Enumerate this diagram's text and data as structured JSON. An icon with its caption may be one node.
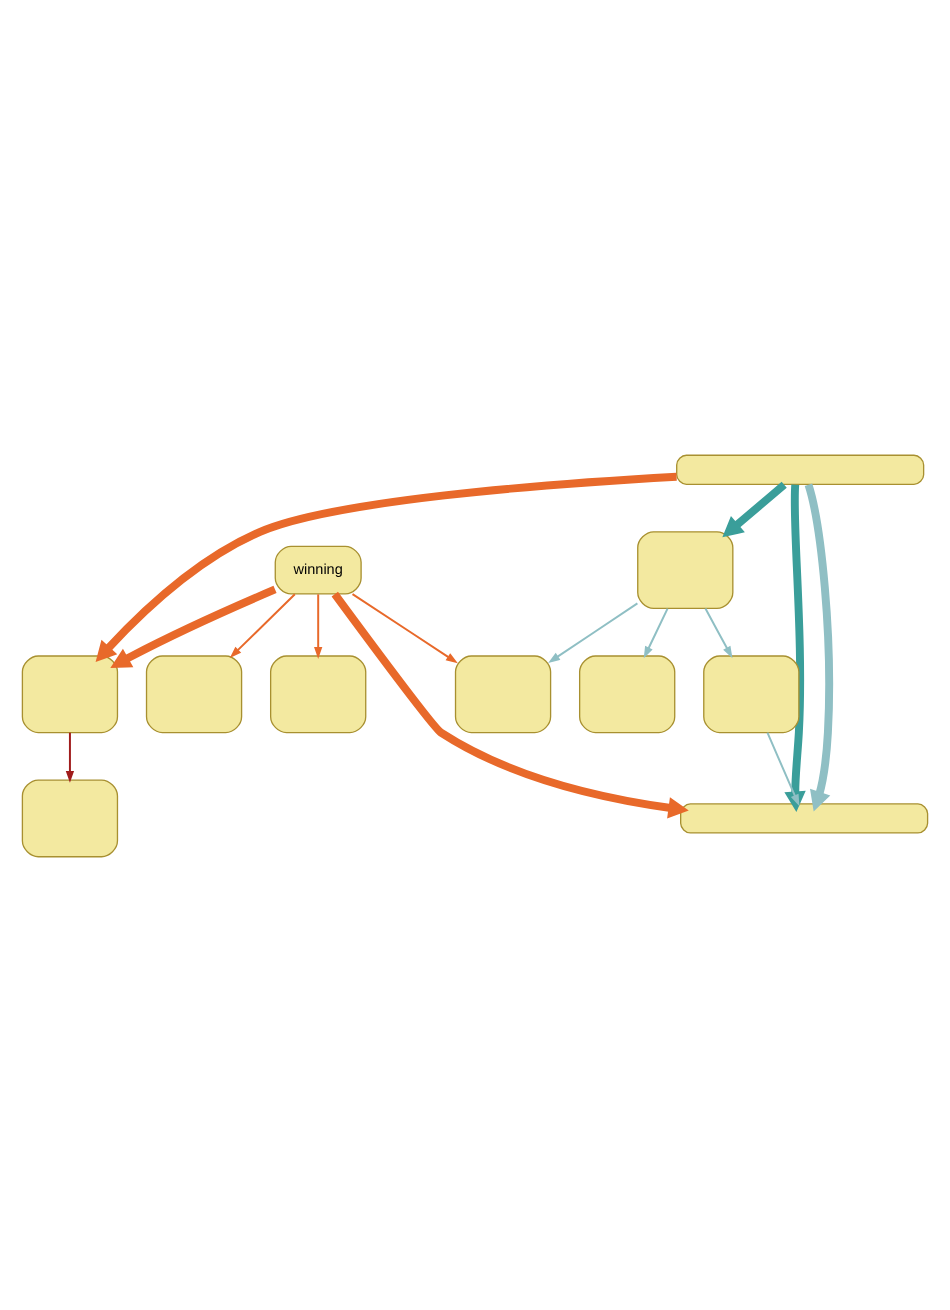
{
  "diagram": {
    "nodes": [
      {
        "text": [
          "winning"
        ]
      },
      {
        "text": [],
        "shape": "bar"
      },
      {
        "text": [],
        "shape": "box"
      },
      {
        "text": [],
        "shape": "box"
      },
      {
        "text": [],
        "shape": "box"
      },
      {
        "text": [],
        "shape": "box"
      },
      {
        "text": [],
        "shape": "box"
      },
      {
        "text": [],
        "shape": "box"
      },
      {
        "text": [],
        "shape": "box"
      },
      {
        "text": [],
        "shape": "box"
      },
      {
        "text": [],
        "shape": "bar"
      }
    ],
    "edges": [
      {
        "from": 0,
        "to": 10,
        "arrow": "to",
        "style": "thick",
        "color": "#e8692a"
      },
      {
        "from": 0,
        "to": 2,
        "arrow": "to",
        "style": "thick",
        "color": "#e8692a"
      },
      {
        "from": 0,
        "to": 4,
        "arrow": "to",
        "color": "#e8692a"
      },
      {
        "from": 0,
        "to": 6,
        "arrow": "to",
        "color": "#e8692a"
      },
      {
        "from": 0,
        "to": 7,
        "arrow": "to",
        "color": "#e8692a"
      },
      {
        "from": 1,
        "to": 2,
        "arrow": "to",
        "style": "thick",
        "color": "#e8692a"
      },
      {
        "from": 1,
        "to": 3,
        "arrow": "to",
        "style": "thick",
        "color": "#3a9e9a"
      },
      {
        "from": 1,
        "to": 10,
        "arrow": "to",
        "style": "thick",
        "color": "#3a9e9a"
      },
      {
        "from": 1,
        "to": 10,
        "arrow": "to",
        "style": "thick",
        "color": "#8fbfc4"
      },
      {
        "from": 2,
        "to": 5,
        "arrow": "to",
        "color": "#a01c1c"
      },
      {
        "from": 3,
        "to": 7,
        "arrow": "to",
        "color": "#8fbfc4"
      },
      {
        "from": 3,
        "to": 8,
        "arrow": "to",
        "color": "#8fbfc4"
      },
      {
        "from": 3,
        "to": 9,
        "arrow": "to",
        "color": "#8fbfc4"
      },
      {
        "from": 9,
        "to": 10,
        "arrow": "to",
        "color": "#8fbfc4"
      }
    ]
  }
}
